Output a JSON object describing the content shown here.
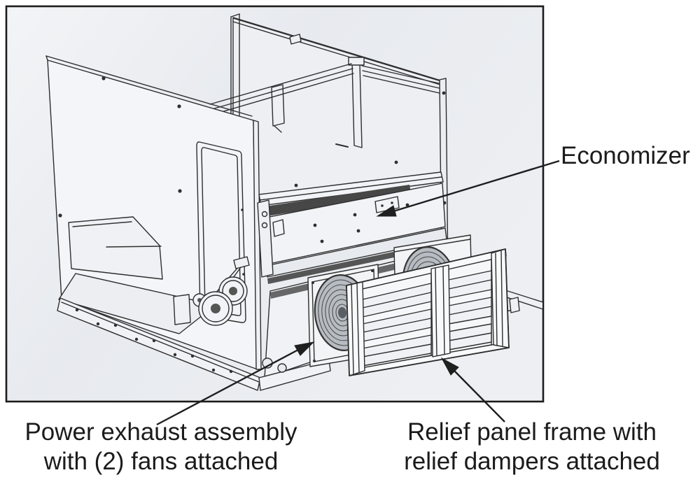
{
  "figure": {
    "type": "technical-illustration",
    "subject": "HVAC rooftop unit with economizer, power exhaust and relief dampers",
    "callouts": {
      "economizer": {
        "text": "Economizer"
      },
      "power_exhaust": {
        "line1": "Power exhaust assembly",
        "line2": "with (2) fans attached"
      },
      "relief_panel": {
        "line1": "Relief panel frame with",
        "line2": "relief dampers attached"
      }
    },
    "colors": {
      "line": "#2e2e2e",
      "text": "#1b1b1b",
      "frame_border": "#1c1c1c",
      "background_light": "#f3f4f6",
      "background_shade": "#e7eaef",
      "panel_face": "#f2f3f6",
      "dark_slot": "#474747",
      "fan_grille": "#b7bcc2"
    }
  }
}
